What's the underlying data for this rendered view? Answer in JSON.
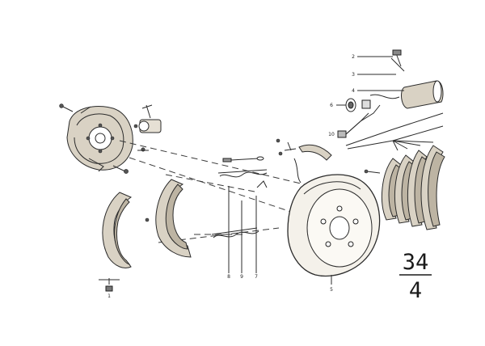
{
  "diagram": {
    "callouts": {
      "c2": "2",
      "c3": "3",
      "c4": "4",
      "c6": "6",
      "c10": "10",
      "c1": "1",
      "c8": "8",
      "c9": "9",
      "c7": "7",
      "c5": "5"
    },
    "group_code": {
      "top": "34",
      "bottom": "4"
    }
  }
}
